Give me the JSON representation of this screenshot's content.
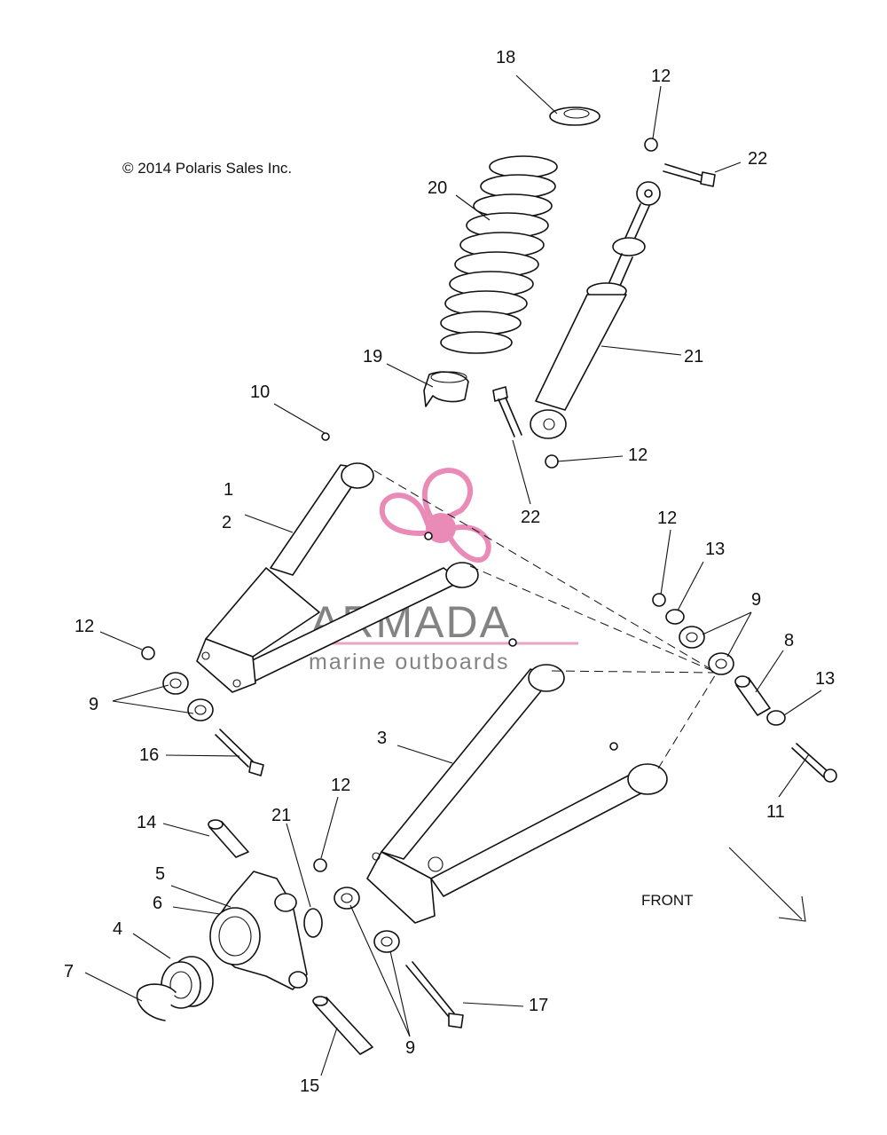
{
  "copyright": "© 2014 Polaris Sales Inc.",
  "front_label": "FRONT",
  "watermark": {
    "brand": "ARMADA",
    "tagline": "marine outboards",
    "accent_color": "#e87fb0",
    "line_color": "#e9a3c4"
  },
  "callouts": {
    "c18": "18",
    "c12a": "12",
    "c22a": "22",
    "c20": "20",
    "c21a": "21",
    "c19": "19",
    "c10": "10",
    "c12b": "12",
    "c1": "1",
    "c2": "2",
    "c22b": "22",
    "c12c": "12",
    "c13a": "13",
    "c9a": "9",
    "c12d": "12",
    "c8": "8",
    "c13b": "13",
    "c9b": "9",
    "c3": "3",
    "c16": "16",
    "c11": "11",
    "c12e": "12",
    "c21b": "21",
    "c14": "14",
    "c5": "5",
    "c6": "6",
    "c4": "4",
    "c7": "7",
    "c17": "17",
    "c9c": "9",
    "c15": "15"
  }
}
